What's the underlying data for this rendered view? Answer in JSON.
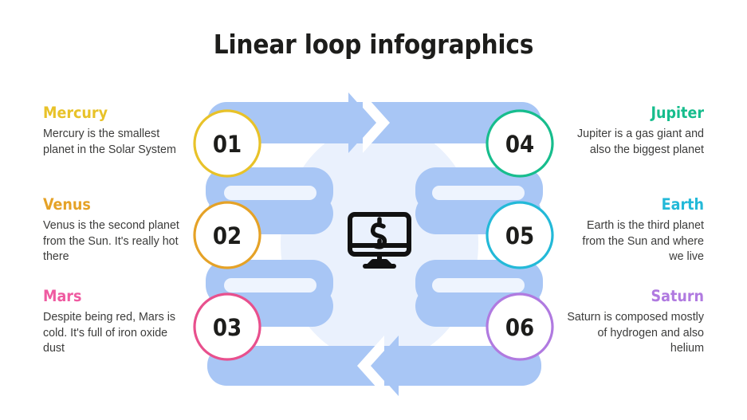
{
  "slide": {
    "title": "Linear loop infographics",
    "background_color": "#ffffff",
    "title_color": "#1d1d1b"
  },
  "center": {
    "icon": "desktop-monitor-dollar-icon",
    "icon_color": "#111111",
    "backdrop_color": "#eaf1fd"
  },
  "flow": {
    "band_color": "#a8c6f5",
    "band_highlight_color": "#eef4fe",
    "top_arrow_direction": "right",
    "bottom_arrow_direction": "left"
  },
  "steps": [
    {
      "number": "01",
      "ring_color": "#e8c229",
      "title": "Mercury",
      "title_color": "#e8c229",
      "body": "Mercury is the smallest planet in the Solar System",
      "side": "left"
    },
    {
      "number": "02",
      "ring_color": "#e5a227",
      "title": "Venus",
      "title_color": "#e5a227",
      "body": "Venus is the second planet from the Sun. It's really hot there",
      "side": "left"
    },
    {
      "number": "03",
      "ring_color": "#e8508d",
      "title": "Mars",
      "title_color": "#ef5ba1",
      "body": "Despite being red, Mars is cold. It's full of iron oxide dust",
      "side": "left"
    },
    {
      "number": "04",
      "ring_color": "#17bd8d",
      "title": "Jupiter",
      "title_color": "#17bd8d",
      "body": "Jupiter is a gas giant and also the biggest planet",
      "side": "right"
    },
    {
      "number": "05",
      "ring_color": "#23b9d8",
      "title": "Earth",
      "title_color": "#23b9d8",
      "body": "Earth is the third planet from the Sun and where we live",
      "side": "right"
    },
    {
      "number": "06",
      "ring_color": "#b07ae0",
      "title": "Saturn",
      "title_color": "#b07ae0",
      "body": "Saturn is composed mostly of hydrogen and also helium",
      "side": "right"
    }
  ]
}
